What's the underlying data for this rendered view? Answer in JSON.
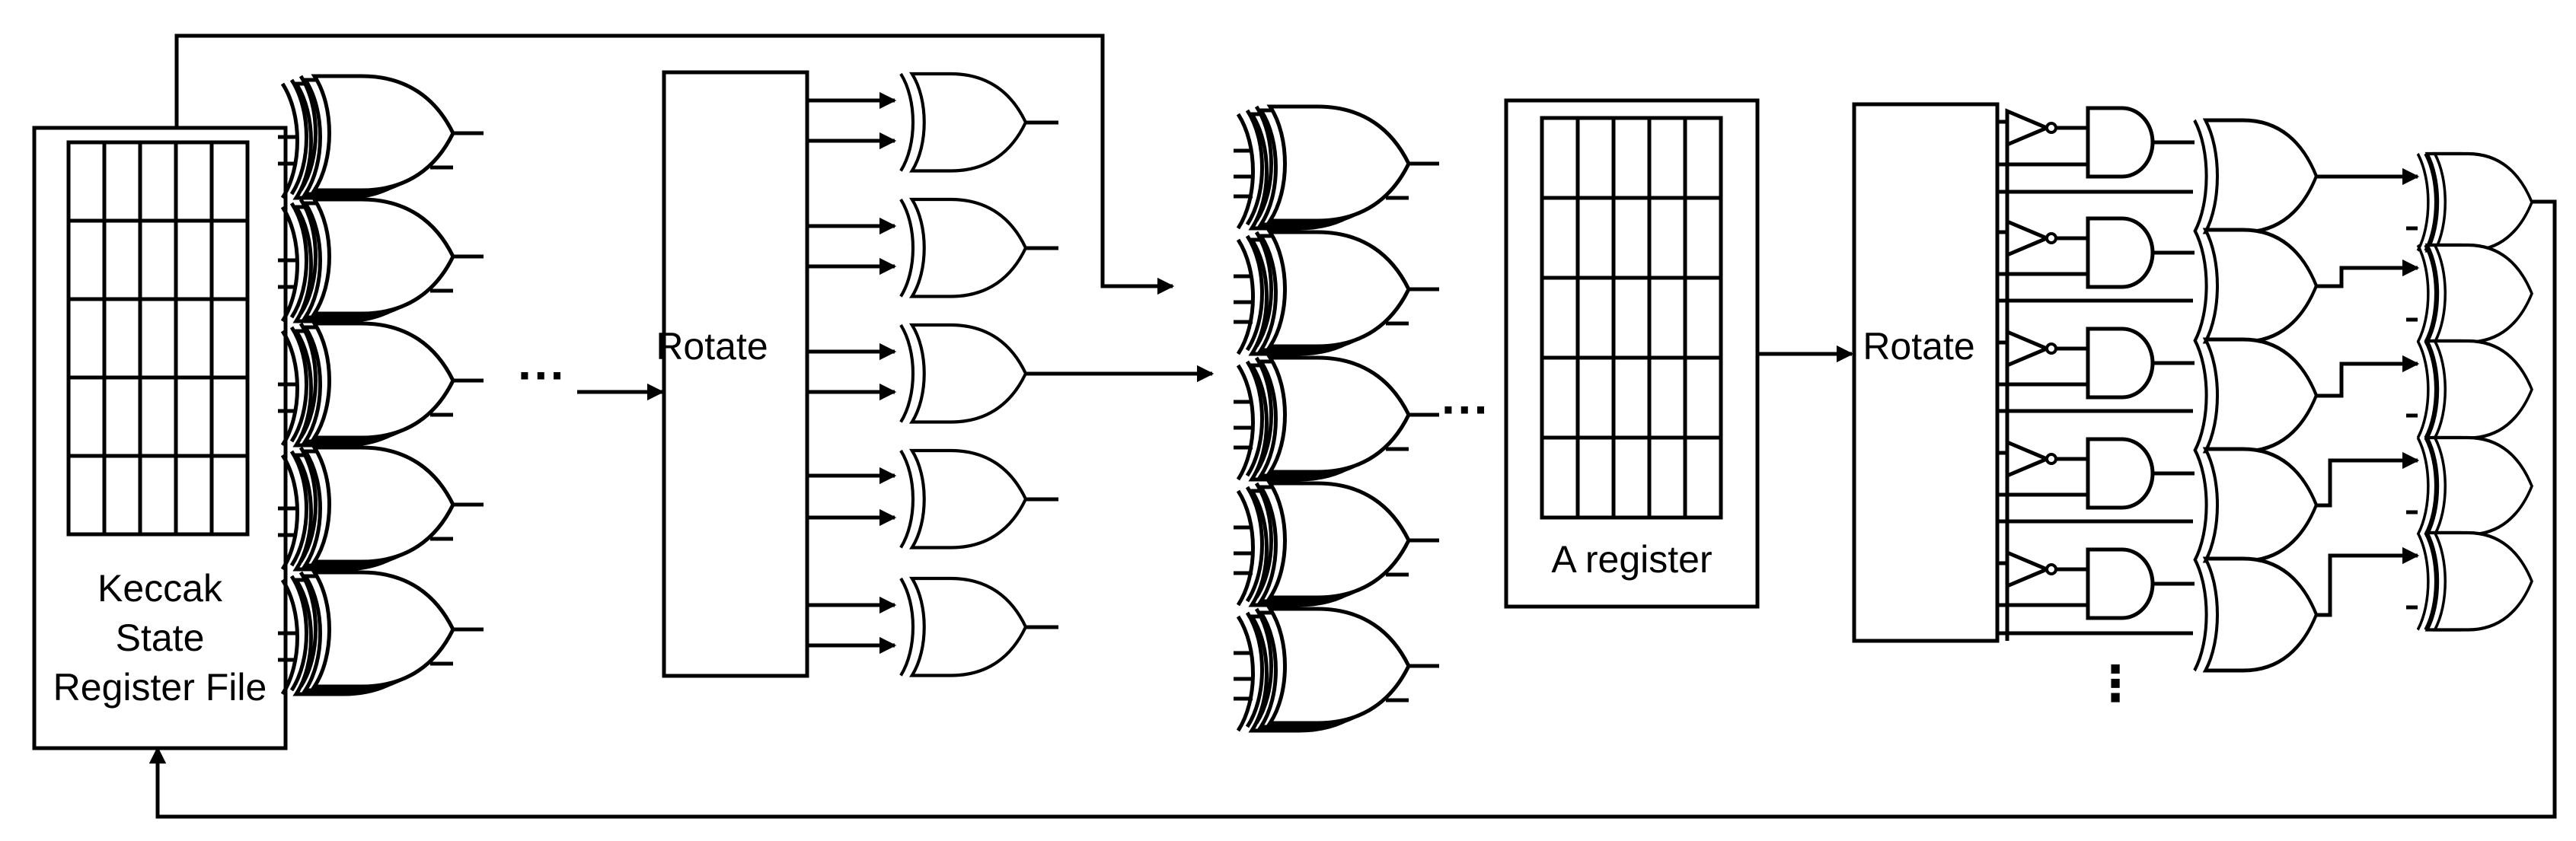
{
  "labels": {
    "state_line1": "Keccak",
    "state_line2": "State",
    "state_line3": "Register File",
    "rotate1": "Rotate",
    "rotate2": "Rotate",
    "a_register": "A register"
  },
  "ellipses": {
    "after_theta": "···",
    "after_xor_column": "···",
    "below_chi": "⋮"
  },
  "colors": {
    "stroke": "#000000",
    "background": "#ffffff"
  }
}
